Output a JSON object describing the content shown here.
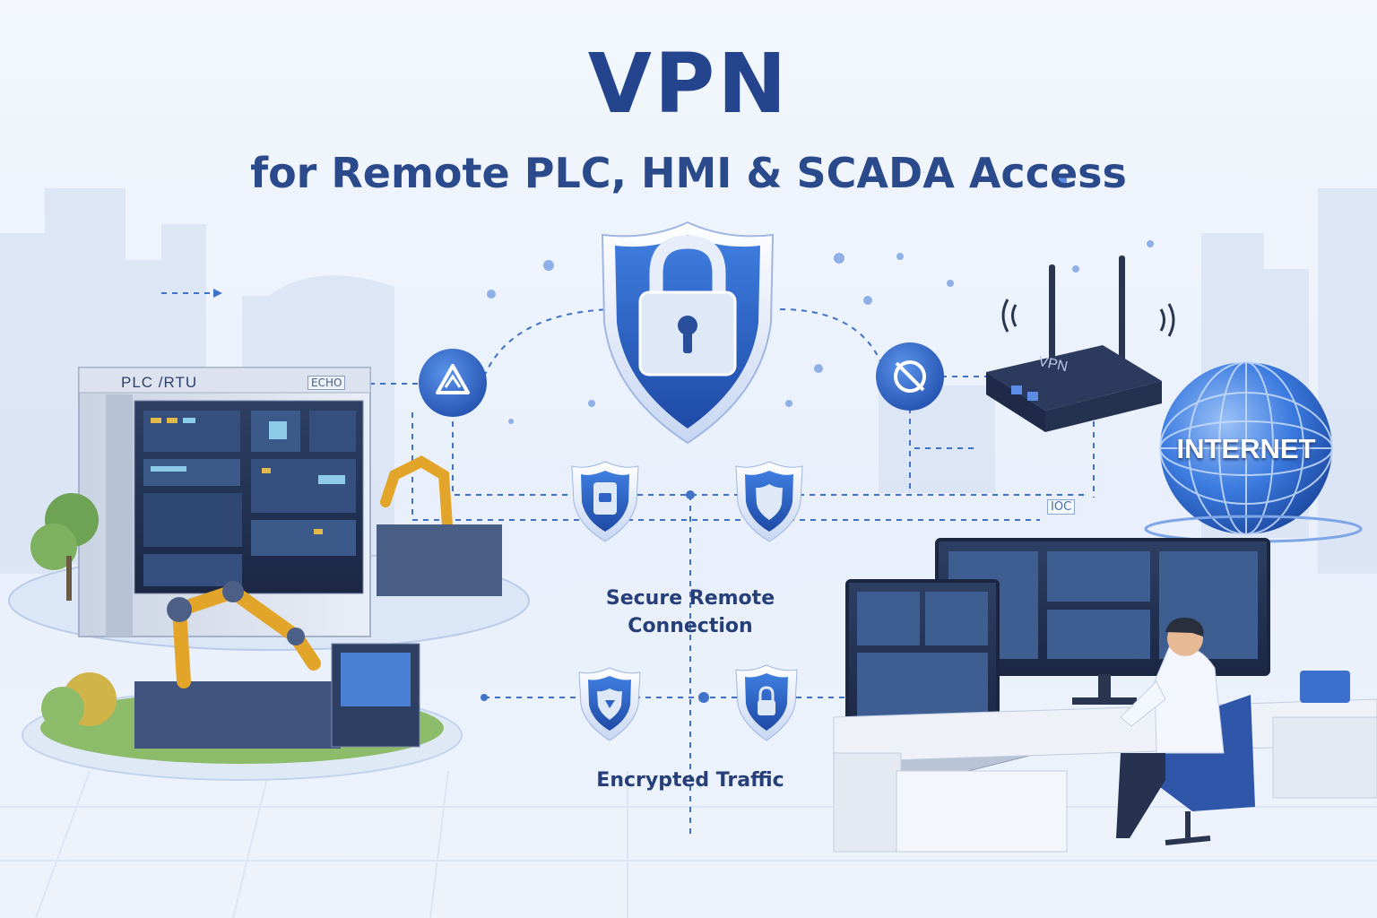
{
  "title": "VPN",
  "subtitle": "for Remote PLC, HMI & SCADA Access",
  "labels": {
    "secure_connection": "Secure Remote\nConnection",
    "encrypted_traffic": "Encrypted Traffic",
    "internet": "INTERNET",
    "plc_rtu": "PLC  /RTU",
    "router": "VPN",
    "io_tag": "IOC",
    "panel_tag": "ECHO"
  },
  "icons": [
    "padlock-shield-icon",
    "triangle-badge-icon",
    "no-signal-badge-icon",
    "card-shield-icon",
    "shield-icon",
    "badge-shield-icon",
    "lock-shield-icon",
    "globe-icon",
    "router-icon",
    "wifi-left-icon",
    "wifi-right-icon"
  ],
  "colors": {
    "primary": "#24458e",
    "shield": "#2f62c4",
    "accent": "#3d7be0",
    "background": "#eef3fb",
    "robot": "#e3a42a"
  }
}
